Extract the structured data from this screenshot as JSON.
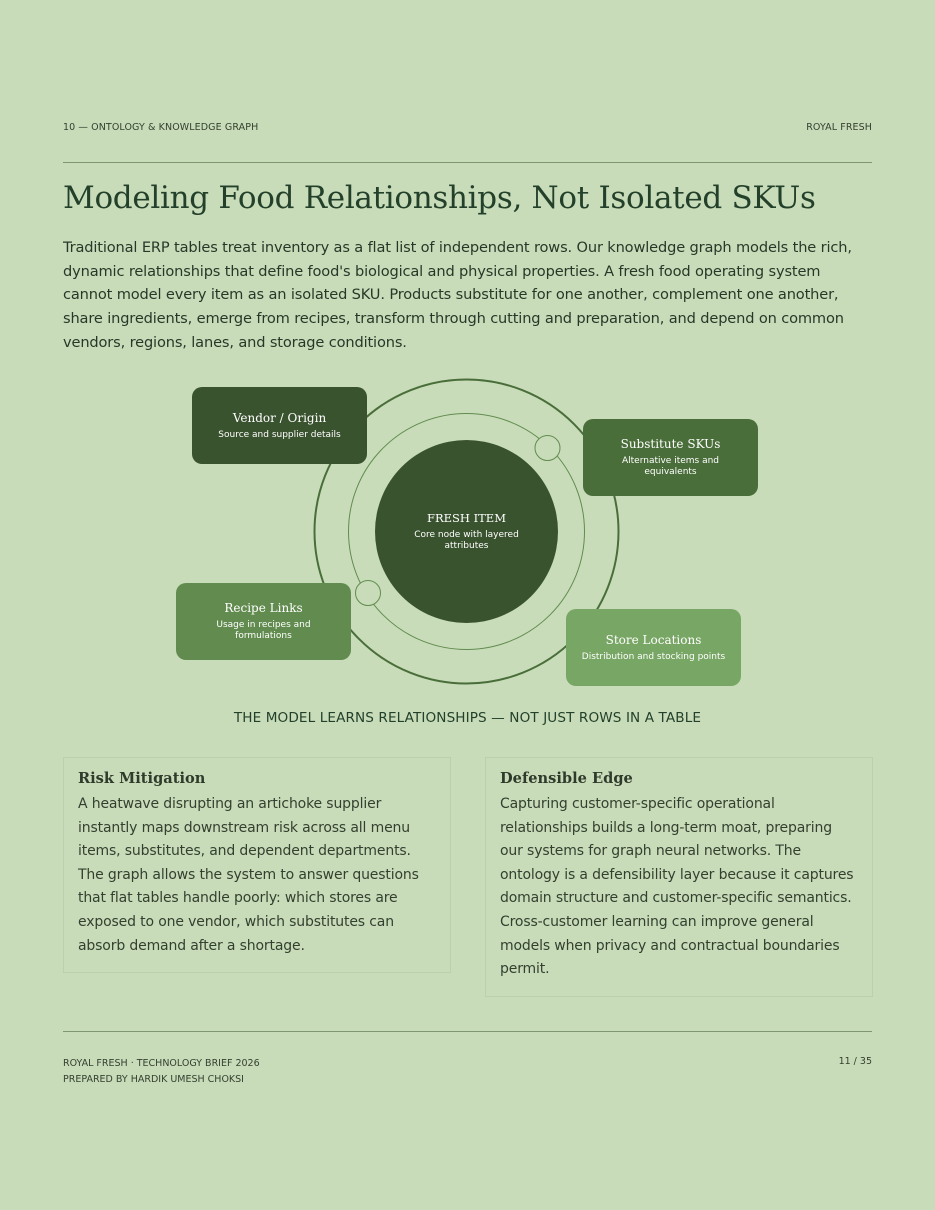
{
  "header": {
    "section": "10 — ONTOLOGY & KNOWLEDGE GRAPH",
    "brand": "ROYAL FRESH"
  },
  "title": "Modeling Food Relationships, Not Isolated SKUs",
  "intro": "Traditional ERP tables treat inventory as a flat list of independent rows. Our knowledge graph models the rich, dynamic relationships that define food's biological and physical properties. A fresh food operating system cannot model every item as an isolated SKU. Products substitute for one another, complement one another, share ingredients, emerge from recipes, transform through cutting and preparation, and depend on common vendors, regions, lanes, and storage conditions.",
  "diagram": {
    "center": {
      "title": "FRESH ITEM",
      "subtitle": "Core node with layered attributes"
    },
    "nodes": [
      {
        "title": "Vendor / Origin",
        "subtitle": "Source and supplier details",
        "color": "#3a532f"
      },
      {
        "title": "Substitute SKUs",
        "subtitle": "Alternative items and equivalents",
        "color": "#4a6e3a"
      },
      {
        "title": "Recipe Links",
        "subtitle": "Usage in recipes and formulations",
        "color": "#628c4f"
      },
      {
        "title": "Store Locations",
        "subtitle": "Distribution and stocking points",
        "color": "#78a664"
      }
    ],
    "caption": "THE MODEL LEARNS RELATIONSHIPS — NOT JUST ROWS IN A TABLE"
  },
  "cards": [
    {
      "title": "Risk Mitigation",
      "body": "A heatwave disrupting an artichoke supplier instantly maps downstream risk across all menu items, substitutes, and dependent departments. The graph allows the system to answer questions that flat tables handle poorly: which stores are exposed to one vendor, which substitutes can absorb demand after a shortage."
    },
    {
      "title": "Defensible Edge",
      "body": "Capturing customer-specific operational relationships builds a long-term moat, preparing our systems for graph neural networks. The ontology is a defensibility layer because it captures domain structure and customer-specific semantics. Cross-customer learning can improve general models when privacy and contractual boundaries permit."
    }
  ],
  "footer": {
    "line1": "ROYAL FRESH · TECHNOLOGY BRIEF 2026",
    "line2": "PREPARED BY HARDIK UMESH CHOKSI",
    "page": "11 / 35"
  }
}
